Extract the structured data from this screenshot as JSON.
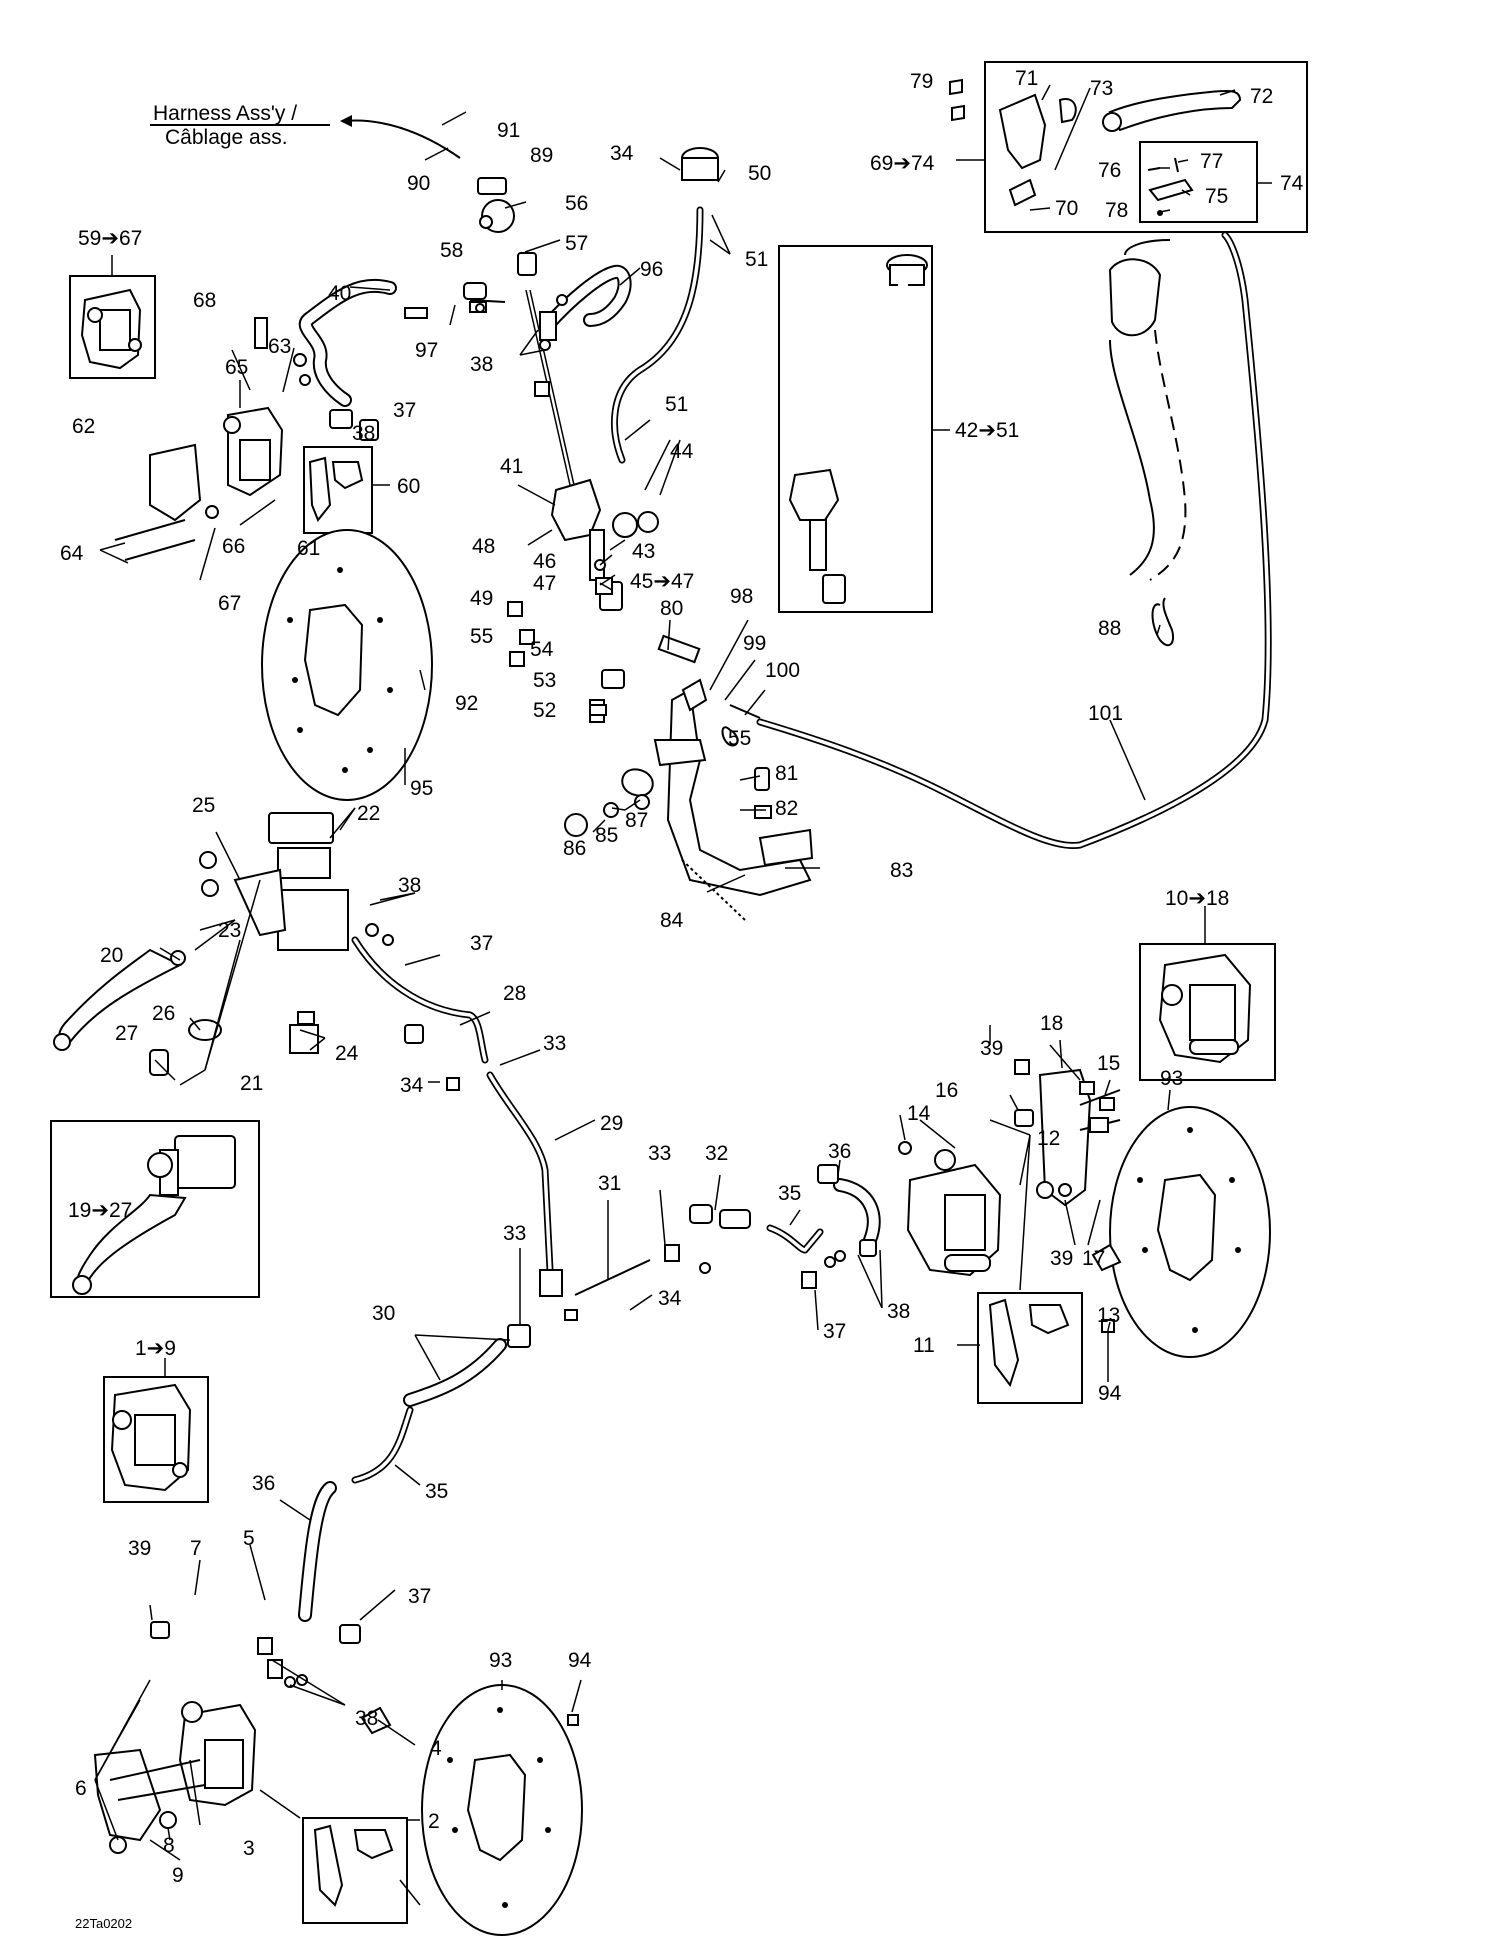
{
  "harness_label": {
    "line1": "Harness Ass'y /",
    "line2": "Câblage ass."
  },
  "drawing_code": "22Ta0202",
  "callouts": {
    "c1_9": "1➔9",
    "c2": "2",
    "c3": "3",
    "c4": "4",
    "c5": "5",
    "c6": "6",
    "c7": "7",
    "c8": "8",
    "c9": "9",
    "c10_18": "10➔18",
    "c11": "11",
    "c12": "12",
    "c13": "13",
    "c14": "14",
    "c15": "15",
    "c16": "16",
    "c17": "17",
    "c18": "18",
    "c19_27": "19➔27",
    "c20": "20",
    "c21": "21",
    "c22": "22",
    "c23": "23",
    "c24": "24",
    "c25": "25",
    "c26": "26",
    "c27": "27",
    "c28": "28",
    "c29": "29",
    "c30": "30",
    "c31": "31",
    "c32": "32",
    "c33a": "33",
    "c33b": "33",
    "c33c": "33",
    "c34a": "34",
    "c34b": "34",
    "c34c": "34",
    "c35a": "35",
    "c35b": "35",
    "c36a": "36",
    "c36b": "36",
    "c37a": "37",
    "c37b": "37",
    "c37c": "37",
    "c37d": "37",
    "c38a": "38",
    "c38b": "38",
    "c38c": "38",
    "c38d": "38",
    "c38e": "38",
    "c39a": "39",
    "c39b": "39",
    "c39c": "39",
    "c40": "40",
    "c41": "41",
    "c42_51": "42➔51",
    "c43": "43",
    "c44": "44",
    "c45_47": "45➔47",
    "c46": "46",
    "c47": "47",
    "c48": "48",
    "c49": "49",
    "c50": "50",
    "c51a": "51",
    "c51b": "51",
    "c52": "52",
    "c53": "53",
    "c54": "54",
    "c55a": "55",
    "c55b": "55",
    "c56": "56",
    "c57": "57",
    "c58": "58",
    "c59_67": "59➔67",
    "c60": "60",
    "c61": "61",
    "c62": "62",
    "c63": "63",
    "c64": "64",
    "c65": "65",
    "c66": "66",
    "c67": "67",
    "c68": "68",
    "c69_74": "69➔74",
    "c70": "70",
    "c71": "71",
    "c72": "72",
    "c73": "73",
    "c74": "74",
    "c75": "75",
    "c76": "76",
    "c77": "77",
    "c78": "78",
    "c79": "79",
    "c80": "80",
    "c81": "81",
    "c82": "82",
    "c83": "83",
    "c84": "84",
    "c85": "85",
    "c86": "86",
    "c87": "87",
    "c88": "88",
    "c89": "89",
    "c90": "90",
    "c91": "91",
    "c92": "92",
    "c93a": "93",
    "c93b": "93",
    "c94a": "94",
    "c94b": "94",
    "c95": "95",
    "c96": "96",
    "c97": "97",
    "c98": "98",
    "c99": "99",
    "c100": "100",
    "c101": "101"
  },
  "colors": {
    "ink": "#000000",
    "paper": "#ffffff",
    "shade": "#cfcfcf"
  }
}
